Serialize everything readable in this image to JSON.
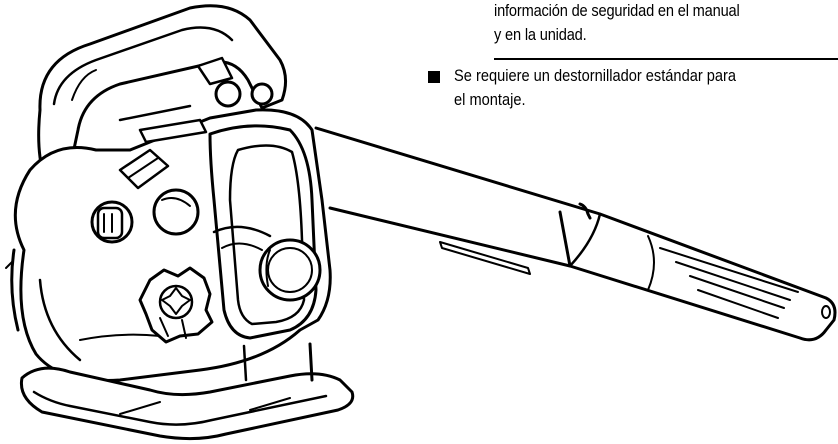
{
  "warning_note": {
    "line1": "información de seguridad en el manual",
    "line2": "y en la unidad."
  },
  "assembly_note": {
    "line1": "Se requiere un destornillador estándar para",
    "line2": "el montaje."
  },
  "illustration": {
    "subject": "leaf-blower-line-drawing",
    "stroke_color": "#000000",
    "fill_color": "#ffffff"
  }
}
